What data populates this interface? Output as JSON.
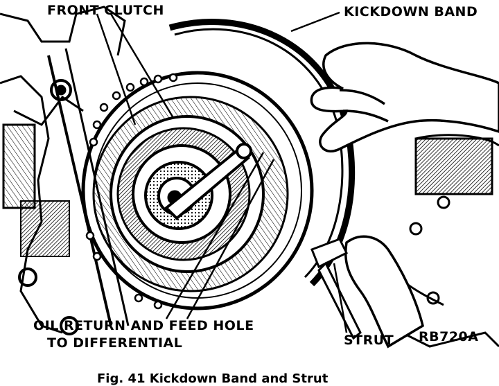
{
  "labels": {
    "front_clutch": "FRONT CLUTCH",
    "kickdown_band": "KICKDOWN BAND",
    "oil_return_line1": "OIL RETURN AND FEED HOLE",
    "oil_return_line2": "TO DIFFERENTIAL",
    "strut": "STRUT",
    "figure_code": "RB720A"
  },
  "caption": "Fig. 41 Kickdown Band and Strut",
  "colors": {
    "ink": "#000000",
    "paper": "#ffffff",
    "hatch": "#555555"
  }
}
